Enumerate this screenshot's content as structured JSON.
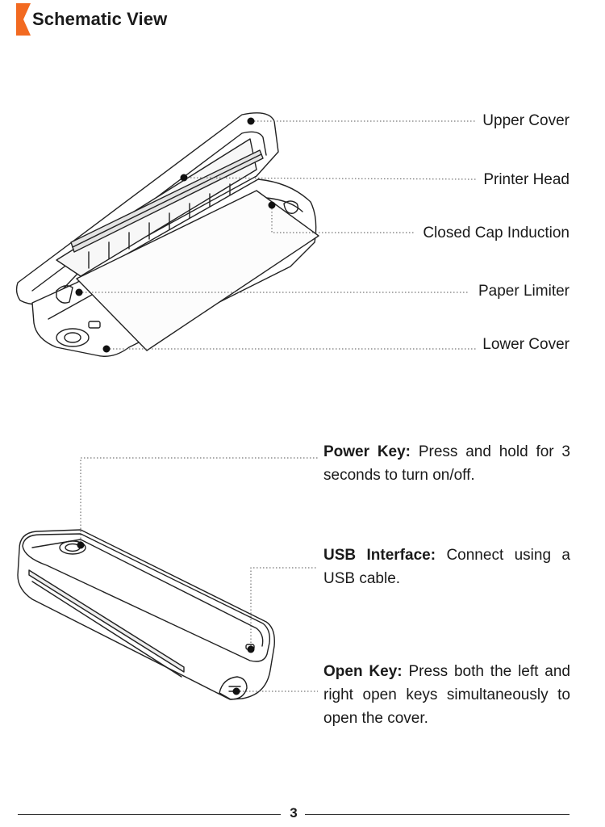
{
  "header": {
    "title": "Schematic View",
    "accent_color": "#f26a21"
  },
  "top_diagram": {
    "labels": {
      "upper_cover": "Upper Cover",
      "printer_head": "Printer Head",
      "closed_cap_induction": "Closed Cap Induction",
      "paper_limiter": "Paper Limiter",
      "lower_cover": "Lower Cover"
    }
  },
  "bottom_diagram": {
    "power_key": {
      "term": "Power Key:",
      "text": "Press and hold for 3 seconds to turn on/off."
    },
    "usb_interface": {
      "term": "USB Interface:",
      "text": "Connect using a USB cable."
    },
    "open_key": {
      "term": "Open Key:",
      "text": "Press both the left and right open keys simultaneously to open the cover."
    }
  },
  "footer": {
    "page_number": "3"
  }
}
